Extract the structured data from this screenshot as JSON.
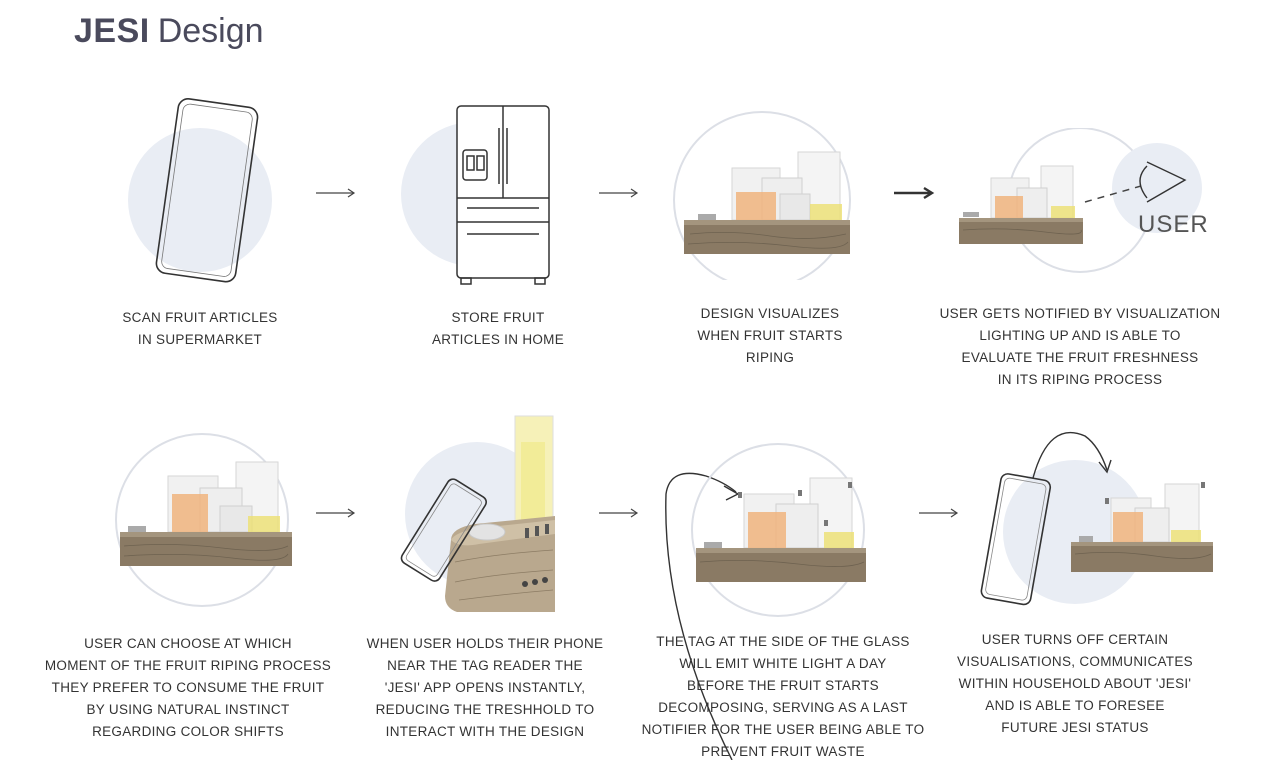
{
  "header": {
    "brand": "JESI",
    "subtitle": "Design"
  },
  "eye_label": "USER",
  "steps": [
    {
      "caption": [
        "SCAN FRUIT ARTICLES",
        "IN SUPERMARKET"
      ]
    },
    {
      "caption": [
        "STORE FRUIT",
        "ARTICLES IN HOME"
      ]
    },
    {
      "caption": [
        "DESIGN VISUALIZES",
        "WHEN FRUIT STARTS",
        "RIPING"
      ]
    },
    {
      "caption": [
        "USER GETS NOTIFIED BY VISUALIZATION",
        "LIGHTING UP AND IS ABLE TO",
        "EVALUATE THE FRUIT FRESHNESS",
        "IN ITS RIPING PROCESS"
      ]
    },
    {
      "caption": [
        "USER CAN CHOOSE AT WHICH",
        "MOMENT OF THE FRUIT RIPING PROCESS",
        "THEY PREFER TO CONSUME THE FRUIT",
        "BY USING NATURAL INSTINCT",
        "REGARDING COLOR SHIFTS"
      ]
    },
    {
      "caption": [
        "WHEN USER HOLDS THEIR PHONE",
        "NEAR THE TAG READER THE",
        "'JESI' APP OPENS INSTANTLY,",
        "REDUCING THE TRESHHOLD TO",
        "INTERACT WITH THE DESIGN"
      ]
    },
    {
      "caption": [
        "THE TAG AT THE SIDE OF THE GLASS",
        "WILL EMIT WHITE LIGHT A DAY",
        "BEFORE THE FRUIT STARTS",
        "DECOMPOSING, SERVING AS A LAST",
        "NOTIFIER FOR THE USER BEING ABLE TO",
        "PREVENT FRUIT WASTE"
      ]
    },
    {
      "caption": [
        "USER TURNS OFF CERTAIN",
        "VISUALISATIONS, COMMUNICATES",
        "WITHIN HOUSEHOLD ABOUT 'JESI'",
        "AND IS ABLE TO FORESEE",
        "FUTURE JESI STATUS"
      ]
    }
  ],
  "colors": {
    "title": "#4a4a5c",
    "circle": "#e9edf4",
    "wood": "#8a7a64",
    "orange": "#f0b47e",
    "yellow": "#ece070"
  }
}
